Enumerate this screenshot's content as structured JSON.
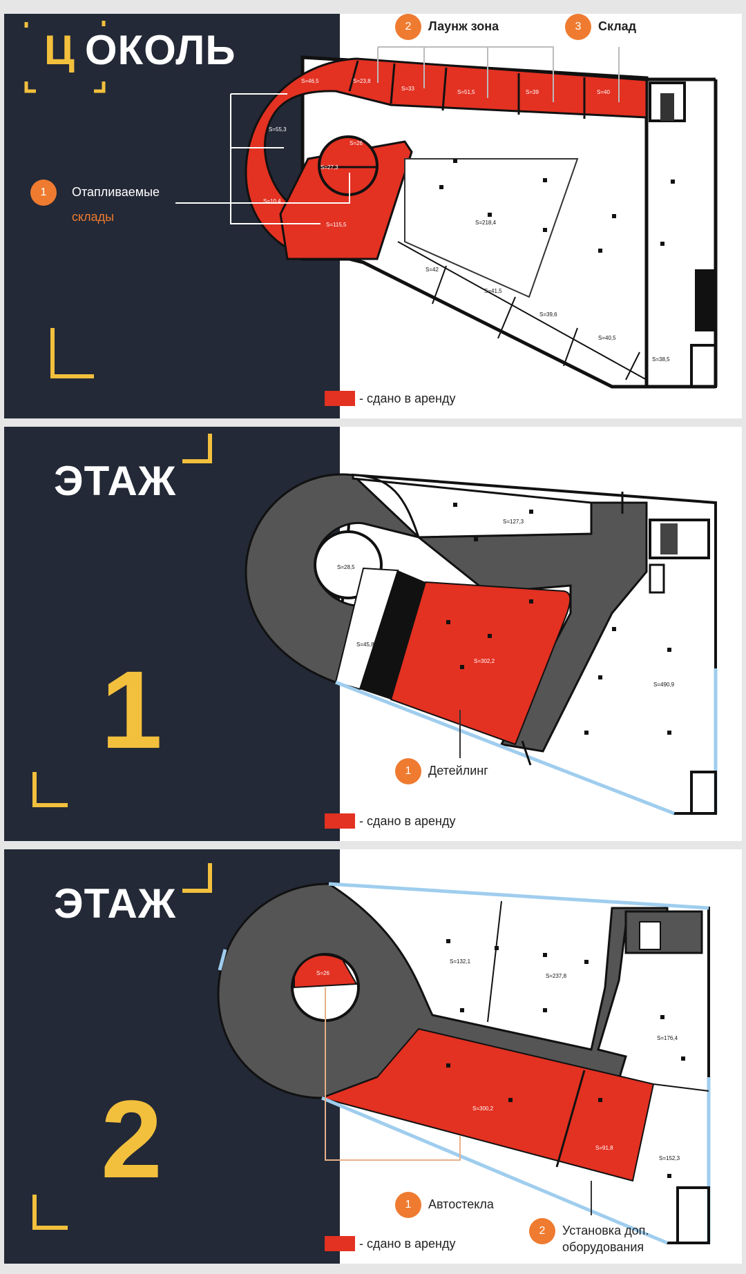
{
  "colors": {
    "dark_bg": "#232936",
    "accent_yellow": "#f3c03d",
    "rented_red": "#e33122",
    "callout_orange": "#ee7b30",
    "corridor_gray": "#555555",
    "window_blue": "#9fcdee"
  },
  "panels": [
    {
      "title_letter": "Ц",
      "title_rest": "ОКОЛЬ",
      "callouts": [
        {
          "num": "1",
          "label": "Отапливаемые",
          "sub": "склады"
        },
        {
          "num": "2",
          "label": "Лаунж зона"
        },
        {
          "num": "3",
          "label": "Склад"
        }
      ],
      "areas": [
        "S=46,5",
        "S=23,8",
        "S=33",
        "S=51,5",
        "S=39",
        "S=40",
        "S=55,3",
        "S=26",
        "S=27,3",
        "S=10,4",
        "S=115,5",
        "S=218,4",
        "S=42",
        "S=41,5",
        "S=39,6",
        "S=40,5",
        "S=38,5"
      ],
      "legend": "- сдано в аренду"
    },
    {
      "title": "ЭТАЖ",
      "number": "1",
      "callouts": [
        {
          "num": "1",
          "label": "Детейлинг"
        }
      ],
      "areas": [
        "S=127,3",
        "S=28,5",
        "S=45,8",
        "S=302,2",
        "S=490,9"
      ],
      "legend": "- сдано в аренду"
    },
    {
      "title": "ЭТАЖ",
      "number": "2",
      "callouts": [
        {
          "num": "1",
          "label": "Автостекла"
        },
        {
          "num": "2",
          "label": "Установка доп. оборудования"
        }
      ],
      "areas": [
        "S=26",
        "S=132,1",
        "S=237,8",
        "S=176,4",
        "S=300,2",
        "S=91,8",
        "S=152,3"
      ],
      "legend": "- сдано в аренду"
    }
  ]
}
